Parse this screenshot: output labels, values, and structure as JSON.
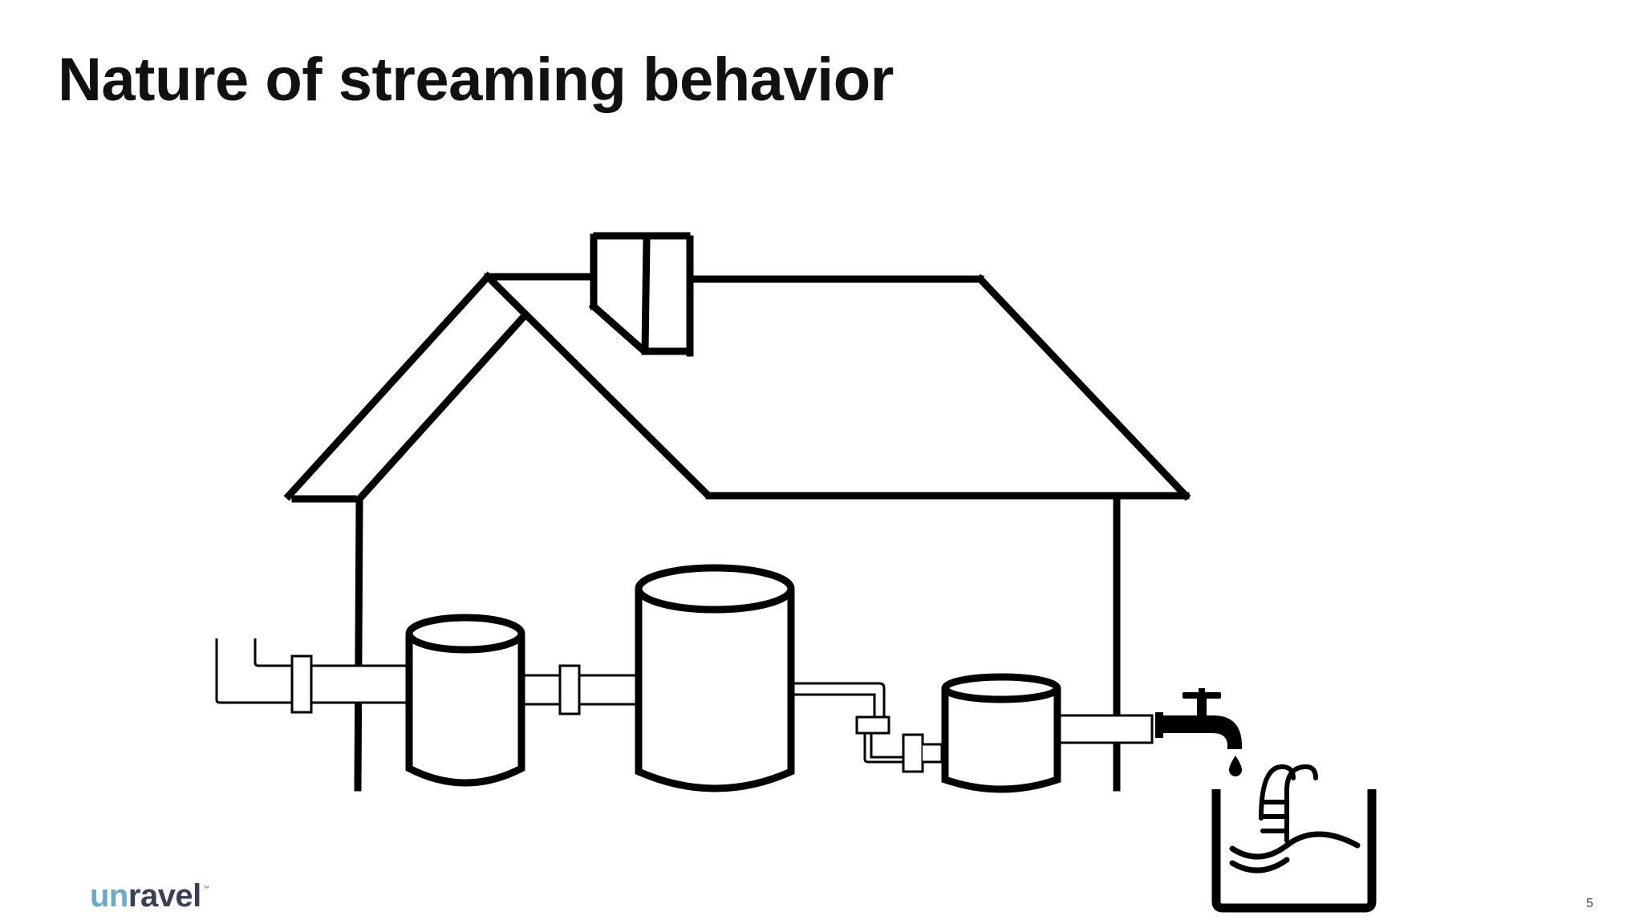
{
  "slide": {
    "title": "Nature of streaming behavior",
    "page_number": "5"
  },
  "logo": {
    "prefix": "un",
    "suffix": "ravel",
    "trademark": "™"
  },
  "colors": {
    "ink": "#000000",
    "background": "#ffffff",
    "logo_accent": "#6aa9c9",
    "logo_dark": "#3b3f55"
  },
  "icons": [
    "house-outline",
    "chimney",
    "small-tank",
    "large-tank",
    "medium-tank",
    "pipe",
    "faucet-icon",
    "water-drop-icon",
    "swimming-pool-icon"
  ]
}
